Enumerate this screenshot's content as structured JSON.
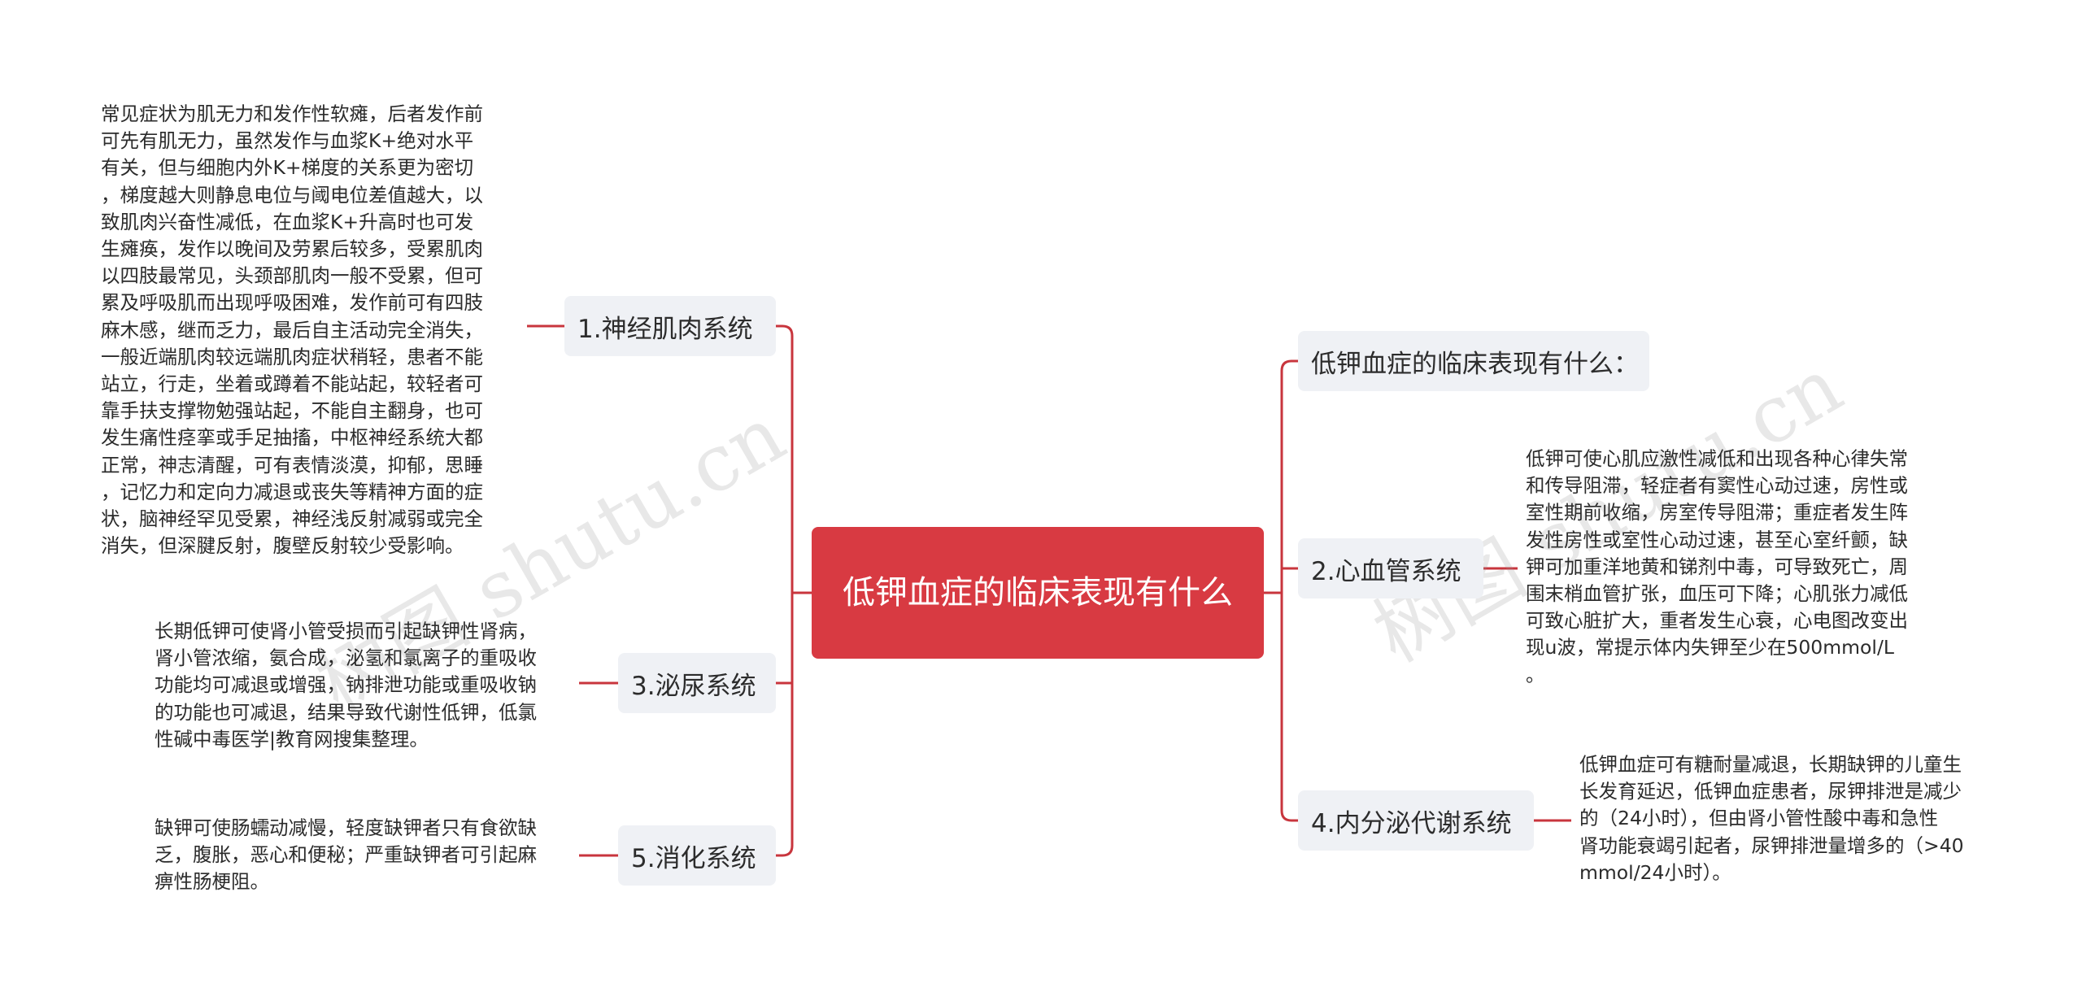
{
  "root": {
    "label": "低钾血症的临床表现有什么"
  },
  "left_branches": [
    {
      "label": "1.神经肌肉系统",
      "note_lines": [
        "常见症状为肌无力和发作性软瘫，后者发作前",
        "可先有肌无力，虽然发作与血浆K+绝对水平",
        "有关，但与细胞内外K+梯度的关系更为密切",
        "，梯度越大则静息电位与阈电位差值越大，以",
        "致肌肉兴奋性减低，在血浆K+升高时也可发",
        "生瘫痪，发作以晚间及劳累后较多，受累肌肉",
        "以四肢最常见，头颈部肌肉一般不受累，但可",
        "累及呼吸肌而出现呼吸困难，发作前可有四肢",
        "麻木感，继而乏力，最后自主活动完全消失，",
        "一般近端肌肉较远端肌肉症状稍轻，患者不能",
        "站立，行走，坐着或蹲着不能站起，较轻者可",
        "靠手扶支撑物勉强站起，不能自主翻身，也可",
        "发生痛性痉挛或手足抽搐，中枢神经系统大都",
        "正常，神志清醒，可有表情淡漠，抑郁，思睡",
        "，记忆力和定向力减退或丧失等精神方面的症",
        "状，脑神经罕见受累，神经浅反射减弱或完全",
        "消失，但深腱反射，腹壁反射较少受影响。"
      ]
    },
    {
      "label": "3.泌尿系统",
      "note_lines": [
        "长期低钾可使肾小管受损而引起缺钾性肾病，",
        "肾小管浓缩，氨合成，泌氢和氯离子的重吸收",
        "功能均可减退或增强，钠排泄功能或重吸收钠",
        "的功能也可减退，结果导致代谢性低钾，低氯",
        "性碱中毒医学|教育网搜集整理。"
      ]
    },
    {
      "label": "5.消化系统",
      "note_lines": [
        "缺钾可使肠蠕动减慢，轻度缺钾者只有食欲缺",
        "乏，腹胀，恶心和便秘；严重缺钾者可引起麻",
        "痹性肠梗阻。"
      ]
    }
  ],
  "right_branches": [
    {
      "label": "低钾血症的临床表现有什么：",
      "note_lines": []
    },
    {
      "label": "2.心血管系统",
      "note_lines": [
        "低钾可使心肌应激性减低和出现各种心律失常",
        "和传导阻滞，轻症者有窦性心动过速，房性或",
        "室性期前收缩，房室传导阻滞；重症者发生阵",
        "发性房性或室性心动过速，甚至心室纤颤，缺",
        "钾可加重洋地黄和锑剂中毒，可导致死亡，周",
        "围末梢血管扩张，血压可下降；心肌张力减低",
        "可致心脏扩大，重者发生心衰，心电图改变出",
        "现u波，常提示体内失钾至少在500mmol/L",
        "。"
      ]
    },
    {
      "label": "4.内分泌代谢系统",
      "note_lines": [
        "低钾血症可有糖耐量减退，长期缺钾的儿童生",
        "长发育延迟，低钾血症患者，尿钾排泄是减少",
        "的（24小时），但由肾小管性酸中毒和急性",
        "肾功能衰竭引起者，尿钾排泄量增多的（>40",
        "mmol/24小时）。"
      ]
    }
  ],
  "watermark": {
    "text_left": "树图 shutu.cn",
    "text_right": "树图 shutu.cn"
  },
  "colors": {
    "root": "#d83a42",
    "line": "#c8353d",
    "branch_bg": "#eff1f5"
  }
}
